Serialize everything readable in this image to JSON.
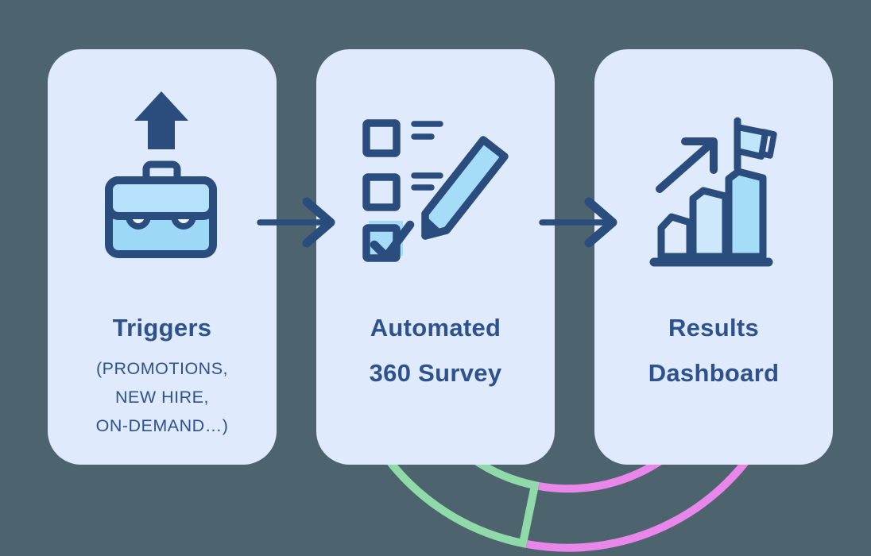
{
  "page": {
    "background_color": "#4d636e",
    "type_label": "process-infographic"
  },
  "colors": {
    "card_background": "#dfeafc",
    "icon_navy": "#2b4d7e",
    "text_navy": "#2e538c",
    "icon_fill_light": "#a5dcf8",
    "icon_fill_lighter": "#b5e1fa",
    "icon_fill_mid": "#9ed8f7",
    "icon_fill_pale": "#cde8fb",
    "clasp_fill": "#edf4fd",
    "decoration_green": "#90d9a9",
    "decoration_pink": "#e886ea"
  },
  "cards": [
    {
      "icon": "briefcase-upload-icon",
      "title_lines": [
        "Triggers"
      ],
      "subtitle_lines": [
        "(PROMOTIONS,",
        "NEW HIRE,",
        "ON-DEMAND…)"
      ]
    },
    {
      "icon": "checklist-pencil-icon",
      "title_lines": [
        "Automated",
        "360 Survey"
      ],
      "subtitle_lines": []
    },
    {
      "icon": "bar-chart-flag-icon",
      "title_lines": [
        "Results",
        "Dashboard"
      ],
      "subtitle_lines": []
    }
  ],
  "decoration": {
    "description": "partial donut chart behind cards",
    "segments": [
      "green",
      "pink"
    ]
  }
}
